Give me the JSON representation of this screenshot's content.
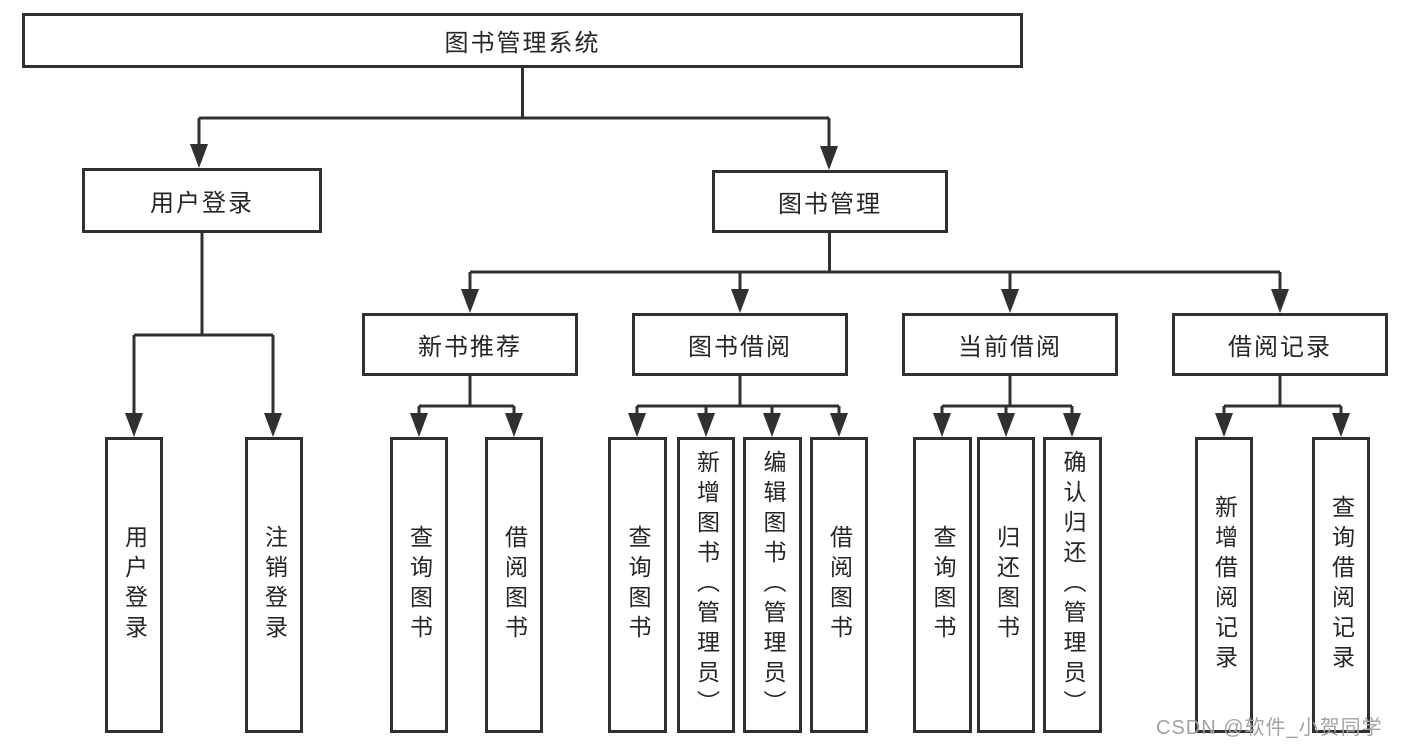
{
  "colors": {
    "line": "#303030",
    "text": "#262626",
    "watermark": "#a3a3a3",
    "background": "#ffffff"
  },
  "watermark": "CSDN @软件_小贺同学",
  "tree": {
    "root": {
      "label": "图书管理系统"
    },
    "branches": [
      {
        "label": "用户登录",
        "children": [
          {
            "label": "用户登录"
          },
          {
            "label": "注销登录"
          }
        ]
      },
      {
        "label": "图书管理",
        "children": [
          {
            "label": "新书推荐",
            "children": [
              {
                "label": "查询图书"
              },
              {
                "label": "借阅图书"
              }
            ]
          },
          {
            "label": "图书借阅",
            "children": [
              {
                "label": "查询图书"
              },
              {
                "label": "新增图书（管理员）"
              },
              {
                "label": "编辑图书（管理员）"
              },
              {
                "label": "借阅图书"
              }
            ]
          },
          {
            "label": "当前借阅",
            "children": [
              {
                "label": "查询图书"
              },
              {
                "label": "归还图书"
              },
              {
                "label": "确认归还（管理员）"
              }
            ]
          },
          {
            "label": "借阅记录",
            "children": [
              {
                "label": "新增借阅记录"
              },
              {
                "label": "查询借阅记录"
              }
            ]
          }
        ]
      }
    ]
  }
}
